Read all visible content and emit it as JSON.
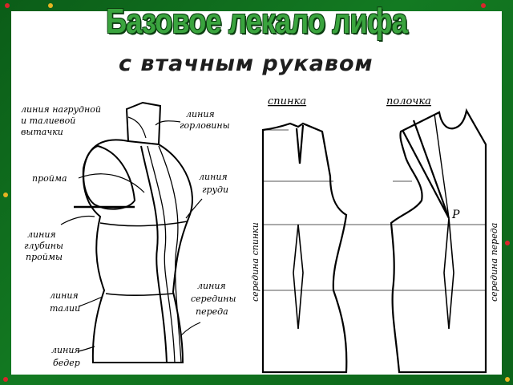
{
  "title": "Базовое лекало лифа",
  "subtitle": "с втачным рукавом",
  "colors": {
    "background": "#137a22",
    "title_fill": "#3aa43e",
    "title_outline": "#0b3d10",
    "ornament_red": "#d8262b",
    "ornament_gold": "#e6b422",
    "line": "#000000"
  },
  "mannequin_labels": {
    "bust_dart_line": [
      "линия нагрудной",
      "и талиевой",
      "вытачки"
    ],
    "neck_line": [
      "линия",
      "горловины"
    ],
    "armhole": [
      "пройма"
    ],
    "bust_line": [
      "линия",
      "груди"
    ],
    "armhole_depth_line": [
      "линия",
      "глубины",
      "проймы"
    ],
    "waist_line": [
      "линия",
      "талии"
    ],
    "front_center_line": [
      "линия",
      "середины",
      "переда"
    ],
    "hip_line": [
      "линия",
      "бедер"
    ]
  },
  "pattern_labels": {
    "back": "спинка",
    "front": "полочка",
    "back_center": "середина спинки",
    "front_center": "середина переда",
    "point": "P"
  }
}
